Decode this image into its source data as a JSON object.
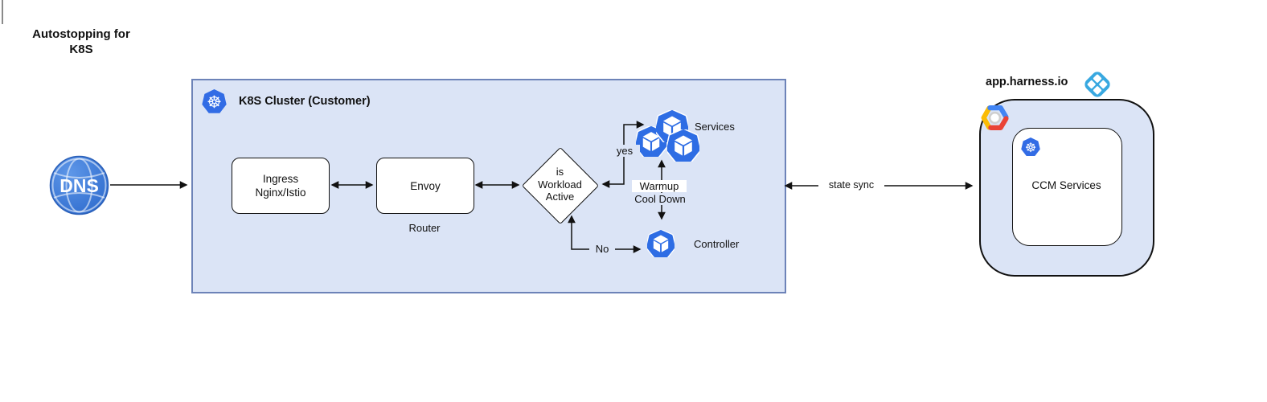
{
  "title": "Autostopping for\nK8S",
  "dns": {
    "label": "DNS"
  },
  "cluster": {
    "title": "K8S Cluster (Customer)",
    "icon": "kubernetes-icon"
  },
  "nodes": {
    "ingress": {
      "label": "Ingress\nNginx/Istio"
    },
    "envoy": {
      "label": "Envoy",
      "sublabel": "Router"
    },
    "decision": {
      "label": "is\nWorkload\nActive"
    },
    "services": {
      "label": "Services",
      "icon": "k8s-pods-icon"
    },
    "controller": {
      "label": "Controller",
      "icon": "k8s-pod-icon"
    }
  },
  "edges": {
    "yes_label": "yes",
    "no_label": "No",
    "warmup_label": "Warmup",
    "cooldown_label": "Cool Down",
    "state_sync_label": "state sync"
  },
  "harness": {
    "title": "app.harness.io",
    "logo_icon": "harness-logo",
    "cloud_icon": "gcp-icon",
    "k8s_icon": "kubernetes-icon",
    "ccm_label": "CCM Services"
  },
  "colors": {
    "cluster_fill": "#dbe4f6",
    "cluster_border": "#6d83b8",
    "k8s_blue": "#326ce5",
    "pod_blue": "#2e6de4",
    "harness_blue": "#38a8e0",
    "gcp_red": "#ea4335",
    "gcp_yellow": "#fbbc05",
    "gcp_blue": "#4285f4"
  }
}
